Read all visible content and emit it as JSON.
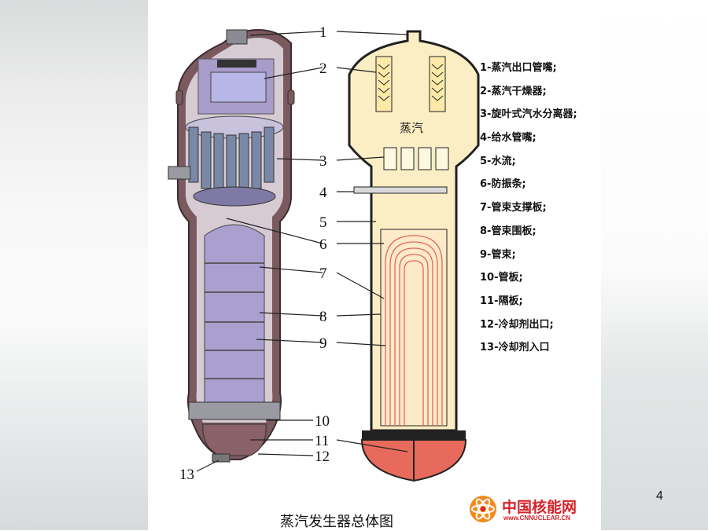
{
  "legend": [
    "1-蒸汽出口管嘴;",
    "2-蒸汽干燥器;",
    "3-旋叶式汽水分离器;",
    "4-给水管嘴;",
    "5-水流;",
    "6-防振条;",
    "7-管束支撑板;",
    "8-管束围板;",
    "9-管束;",
    "10-管板;",
    "11-隔板;",
    "12-冷却剂出口;",
    "13-冷却剂入口"
  ],
  "callouts": [
    "1",
    "2",
    "3",
    "4",
    "5",
    "6",
    "7",
    "8",
    "9",
    "10",
    "11",
    "12",
    "13"
  ],
  "steam_label": "蒸汽",
  "caption": "蒸汽发生器总体图",
  "page_number": "4",
  "logo": {
    "name": "中国核能网",
    "url": "www.CNNUCLEAR.CN"
  },
  "colors": {
    "shell_outer": "#7a5a5f",
    "shell_inner": "#d6cbd3",
    "vessel_interior": "#aa9fcf",
    "schematic_fill": "#fbeec4",
    "tube_red": "#e06a5a",
    "plenum_red": "#e86a5c",
    "logo_red": "#d4232a"
  }
}
